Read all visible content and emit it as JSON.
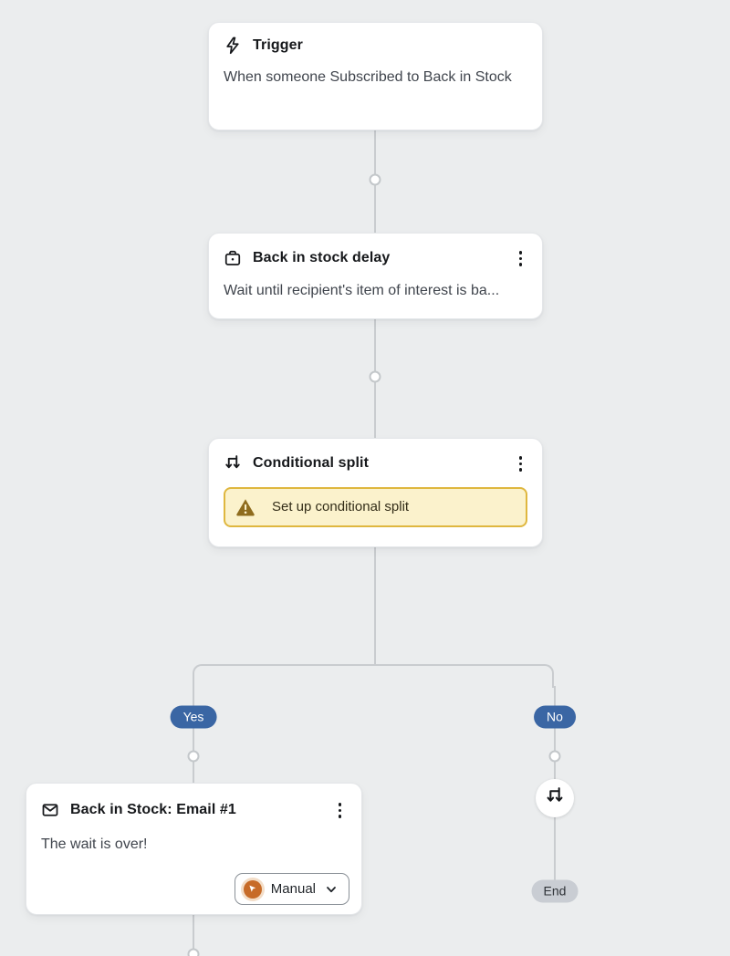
{
  "workflow": {
    "trigger": {
      "title": "Trigger",
      "description": "When someone Subscribed to Back in Stock",
      "icon": "lightning-icon"
    },
    "delay": {
      "title": "Back in stock delay",
      "description": "Wait until recipient's item of interest is ba...",
      "icon": "briefcase-icon"
    },
    "conditional_split": {
      "title": "Conditional split",
      "warning_label": "Set up conditional split",
      "icon": "split-icon"
    },
    "email": {
      "title": "Back in Stock: Email #1",
      "description": "The wait is over!",
      "status_label": "Manual",
      "icon": "mail-icon"
    },
    "branches": {
      "yes_label": "Yes",
      "no_label": "No",
      "end_label": "End"
    }
  },
  "colors": {
    "canvas_background": "#ebedee",
    "connector_line": "#c9cccf",
    "branch_badge_blue": "#3a66a4",
    "warning_background": "#fbf2cc",
    "warning_border": "#dfb73f",
    "warning_icon": "#8f6c1e",
    "end_badge_background": "#c9cdd3",
    "manual_icon_orange": "#c76b28"
  }
}
